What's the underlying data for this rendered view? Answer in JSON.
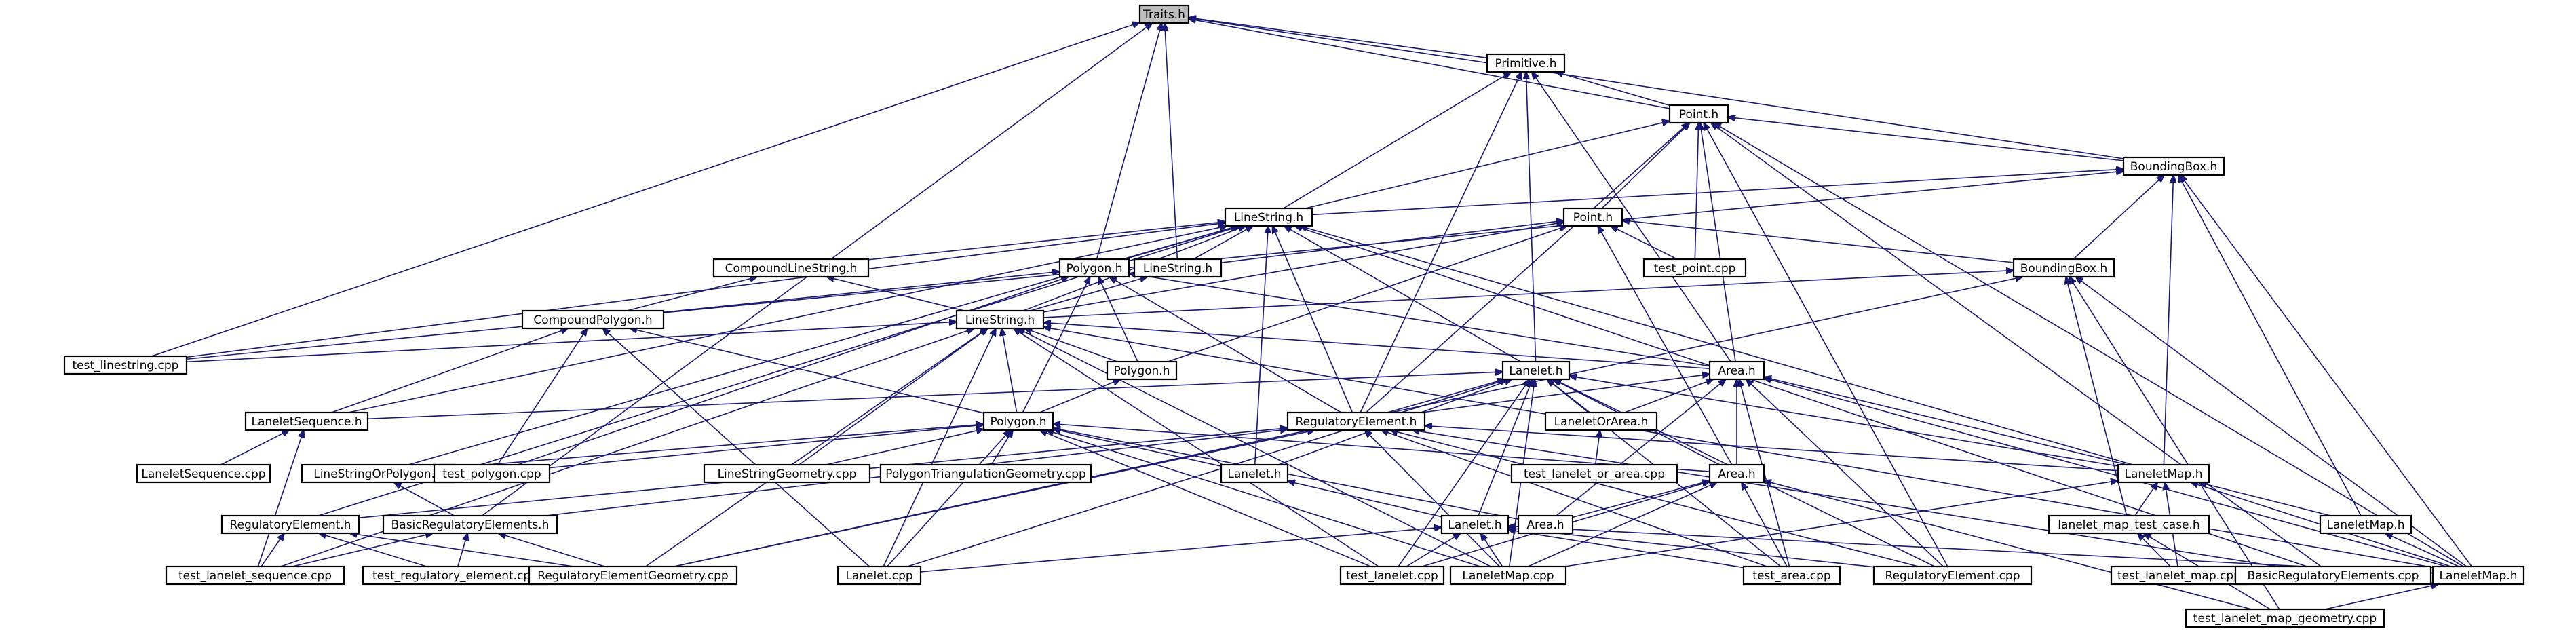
{
  "nodes": {
    "n_traits": "Traits.h",
    "n_primitive": "Primitive.h",
    "n_point3": "Point.h",
    "n_bbox3": "BoundingBox.h",
    "n_linestring3": "LineString.h",
    "n_point2": "Point.h",
    "n_test_point": "test_point.cpp",
    "n_compound_ls": "CompoundLineString.h",
    "n_polygon3": "Polygon.h",
    "n_linestring2": "LineString.h",
    "n_bbox2": "BoundingBox.h",
    "n_compound_poly": "CompoundPolygon.h",
    "n_linestring_h": "LineString.h",
    "n_test_linestring": "test_linestring.cpp",
    "n_polygon2": "Polygon.h",
    "n_lanelet3": "Lanelet.h",
    "n_area3": "Area.h",
    "n_lanelet_seq": "LaneletSequence.h",
    "n_polygon_h": "Polygon.h",
    "n_reg_elem3": "RegulatoryElement.h",
    "n_lanelet_or_area": "LaneletOrArea.h",
    "n_lanelet_seq_cpp": "LaneletSequence.cpp",
    "n_ls_or_poly": "LineStringOrPolygon.h",
    "n_test_polygon": "test_polygon.cpp",
    "n_ls_geometry": "LineStringGeometry.cpp",
    "n_poly_tri": "PolygonTriangulationGeometry.cpp",
    "n_lanelet2": "Lanelet.h",
    "n_test_lanelet_or_area": "test_lanelet_or_area.cpp",
    "n_area2": "Area.h",
    "n_lanelet_map3": "LaneletMap.h",
    "n_reg_elem_h": "RegulatoryElement.h",
    "n_basic_reg": "BasicRegulatoryElements.h",
    "n_area_h": "Area.h",
    "n_lanelet_h": "Lanelet.h",
    "n_lanelet_map_test_case": "lanelet_map_test_case.h",
    "n_lanelet_map2": "LaneletMap.h",
    "n_test_lanelet_sequence": "test_lanelet_sequence.cpp",
    "n_test_reg_elem": "test_regulatory_element.cpp",
    "n_reg_elem_geom": "RegulatoryElementGeometry.cpp",
    "n_lanelet_cpp": "Lanelet.cpp",
    "n_test_lanelet": "test_lanelet.cpp",
    "n_lanelet_map_cpp": "LaneletMap.cpp",
    "n_test_area": "test_area.cpp",
    "n_reg_elem_cpp": "RegulatoryElement.cpp",
    "n_test_lanelet_map": "test_lanelet_map.cpp",
    "n_basic_reg_cpp": "BasicRegulatoryElements.cpp",
    "n_lanelet_map_h": "LaneletMap.h",
    "n_test_lanelet_map_geom": "test_lanelet_map_geometry.cpp"
  },
  "edges": [
    [
      "n_primitive",
      "n_traits"
    ],
    [
      "n_point3",
      "n_traits"
    ],
    [
      "n_bbox3",
      "n_traits"
    ],
    [
      "n_linestring2",
      "n_traits"
    ],
    [
      "n_polygon3",
      "n_traits"
    ],
    [
      "n_test_linestring",
      "n_traits"
    ],
    [
      "n_basic_reg",
      "n_traits"
    ],
    [
      "n_point3",
      "n_primitive"
    ],
    [
      "n_linestring3",
      "n_primitive"
    ],
    [
      "n_lanelet3",
      "n_primitive"
    ],
    [
      "n_area3",
      "n_primitive"
    ],
    [
      "n_reg_elem3",
      "n_primitive"
    ],
    [
      "n_bbox3",
      "n_point3"
    ],
    [
      "n_linestring3",
      "n_point3"
    ],
    [
      "n_point2",
      "n_point3"
    ],
    [
      "n_test_point",
      "n_point3"
    ],
    [
      "n_area3",
      "n_point3"
    ],
    [
      "n_reg_elem3",
      "n_point3"
    ],
    [
      "n_reg_elem_cpp",
      "n_point3"
    ],
    [
      "n_basic_reg_cpp",
      "n_point3"
    ],
    [
      "n_lanelet_map_h",
      "n_point3"
    ],
    [
      "n_linestring3",
      "n_bbox3"
    ],
    [
      "n_bbox2",
      "n_bbox3"
    ],
    [
      "n_lanelet_map3",
      "n_bbox3"
    ],
    [
      "n_lanelet_map2",
      "n_bbox3"
    ],
    [
      "n_lanelet_map_h",
      "n_bbox3"
    ],
    [
      "n_test_linestring",
      "n_bbox3"
    ],
    [
      "n_compound_ls",
      "n_linestring3"
    ],
    [
      "n_polygon3",
      "n_linestring3"
    ],
    [
      "n_linestring2",
      "n_linestring3"
    ],
    [
      "n_linestring_h",
      "n_linestring3"
    ],
    [
      "n_lanelet3",
      "n_linestring3"
    ],
    [
      "n_lanelet_seq",
      "n_linestring3"
    ],
    [
      "n_reg_elem3",
      "n_linestring3"
    ],
    [
      "n_test_linestring",
      "n_linestring3"
    ],
    [
      "n_lanelet2",
      "n_linestring3"
    ],
    [
      "n_lanelet_map3",
      "n_linestring3"
    ],
    [
      "n_basic_reg_cpp",
      "n_linestring3"
    ],
    [
      "n_reg_elem_h",
      "n_linestring3"
    ],
    [
      "n_ls_or_poly",
      "n_linestring3"
    ],
    [
      "n_linestring2",
      "n_point2"
    ],
    [
      "n_bbox2",
      "n_point2"
    ],
    [
      "n_test_point",
      "n_point2"
    ],
    [
      "n_linestring_h",
      "n_point2"
    ],
    [
      "n_polygon2",
      "n_point2"
    ],
    [
      "n_area2",
      "n_point2"
    ],
    [
      "n_compound_poly",
      "n_compound_ls"
    ],
    [
      "n_linestring_h",
      "n_compound_ls"
    ],
    [
      "n_compound_poly",
      "n_polygon3"
    ],
    [
      "n_polygon_h",
      "n_polygon3"
    ],
    [
      "n_polygon2",
      "n_polygon3"
    ],
    [
      "n_reg_elem3",
      "n_polygon3"
    ],
    [
      "n_area3",
      "n_polygon3"
    ],
    [
      "n_test_polygon",
      "n_polygon3"
    ],
    [
      "n_linestring_h",
      "n_linestring2"
    ],
    [
      "n_linestring_h",
      "n_bbox2"
    ],
    [
      "n_lanelet_map_test_case",
      "n_bbox2"
    ],
    [
      "n_test_lanelet_map_geom",
      "n_bbox2"
    ],
    [
      "n_lanelet_map_h",
      "n_bbox2"
    ],
    [
      "n_reg_elem_geom",
      "n_bbox2"
    ],
    [
      "n_lanelet_seq",
      "n_compound_poly"
    ],
    [
      "n_test_polygon",
      "n_compound_poly"
    ],
    [
      "n_polygon_h",
      "n_compound_poly"
    ],
    [
      "n_lanelet_cpp",
      "n_compound_poly"
    ],
    [
      "n_test_linestring",
      "n_linestring_h"
    ],
    [
      "n_polygon2",
      "n_linestring_h"
    ],
    [
      "n_polygon_h",
      "n_linestring_h"
    ],
    [
      "n_ls_geometry",
      "n_linestring_h"
    ],
    [
      "n_area3",
      "n_linestring_h"
    ],
    [
      "n_reg_elem_geom",
      "n_linestring_h"
    ],
    [
      "n_lanelet_cpp",
      "n_linestring_h"
    ],
    [
      "n_test_lanelet",
      "n_linestring_h"
    ],
    [
      "n_lanelet_map_cpp",
      "n_linestring_h"
    ],
    [
      "n_test_lanelet_sequence",
      "n_linestring_h"
    ],
    [
      "n_lanelet_map_h",
      "n_linestring_h"
    ],
    [
      "n_polygon_h",
      "n_polygon2"
    ],
    [
      "n_reg_elem3",
      "n_lanelet3"
    ],
    [
      "n_lanelet_seq",
      "n_lanelet3"
    ],
    [
      "n_lanelet_or_area",
      "n_lanelet3"
    ],
    [
      "n_lanelet2",
      "n_lanelet3"
    ],
    [
      "n_area2",
      "n_lanelet3"
    ],
    [
      "n_lanelet_map3",
      "n_lanelet3"
    ],
    [
      "n_test_area",
      "n_lanelet3"
    ],
    [
      "n_reg_elem_cpp",
      "n_lanelet3"
    ],
    [
      "n_lanelet_h",
      "n_lanelet3"
    ],
    [
      "n_test_lanelet",
      "n_lanelet3"
    ],
    [
      "n_lanelet_map_cpp",
      "n_lanelet3"
    ],
    [
      "n_lanelet_cpp",
      "n_lanelet3"
    ],
    [
      "n_reg_elem3",
      "n_area3"
    ],
    [
      "n_lanelet_or_area",
      "n_area3"
    ],
    [
      "n_area2",
      "n_area3"
    ],
    [
      "n_lanelet_map3",
      "n_area3"
    ],
    [
      "n_test_area",
      "n_area3"
    ],
    [
      "n_reg_elem_cpp",
      "n_area3"
    ],
    [
      "n_area_h",
      "n_area3"
    ],
    [
      "n_lanelet_map_h",
      "n_area3"
    ],
    [
      "n_lanelet_seq_cpp",
      "n_lanelet_seq"
    ],
    [
      "n_test_lanelet_sequence",
      "n_lanelet_seq"
    ],
    [
      "n_ls_or_poly",
      "n_polygon_h"
    ],
    [
      "n_test_polygon",
      "n_polygon_h"
    ],
    [
      "n_ls_geometry",
      "n_polygon_h"
    ],
    [
      "n_poly_tri",
      "n_polygon_h"
    ],
    [
      "n_lanelet2",
      "n_polygon_h"
    ],
    [
      "n_area2",
      "n_polygon_h"
    ],
    [
      "n_lanelet_cpp",
      "n_polygon_h"
    ],
    [
      "n_test_lanelet",
      "n_polygon_h"
    ],
    [
      "n_lanelet_map_cpp",
      "n_polygon_h"
    ],
    [
      "n_area_h",
      "n_polygon_h"
    ],
    [
      "n_reg_elem_h",
      "n_reg_elem3"
    ],
    [
      "n_basic_reg",
      "n_reg_elem3"
    ],
    [
      "n_lanelet_map3",
      "n_reg_elem3"
    ],
    [
      "n_reg_elem_cpp",
      "n_reg_elem3"
    ],
    [
      "n_test_area",
      "n_reg_elem3"
    ],
    [
      "n_basic_reg_cpp",
      "n_reg_elem3"
    ],
    [
      "n_lanelet_map_cpp",
      "n_reg_elem3"
    ],
    [
      "n_reg_elem_geom",
      "n_reg_elem3"
    ],
    [
      "n_test_lanelet_or_area",
      "n_lanelet_or_area"
    ],
    [
      "n_basic_reg",
      "n_ls_or_poly"
    ],
    [
      "n_lanelet_h",
      "n_lanelet2"
    ],
    [
      "n_area_h",
      "n_area2"
    ],
    [
      "n_test_area",
      "n_area2"
    ],
    [
      "n_lanelet_map_cpp",
      "n_area2"
    ],
    [
      "n_test_lanelet_map_geom",
      "n_area2"
    ],
    [
      "n_test_lanelet",
      "n_area2"
    ],
    [
      "n_lanelet_map_test_case",
      "n_lanelet_map3"
    ],
    [
      "n_lanelet_map2",
      "n_lanelet_map3"
    ],
    [
      "n_test_lanelet_map",
      "n_lanelet_map3"
    ],
    [
      "n_lanelet_map_h",
      "n_lanelet_map3"
    ],
    [
      "n_lanelet_map_cpp",
      "n_lanelet_map3"
    ],
    [
      "n_test_lanelet_sequence",
      "n_reg_elem_h"
    ],
    [
      "n_test_reg_elem",
      "n_reg_elem_h"
    ],
    [
      "n_reg_elem_geom",
      "n_reg_elem_h"
    ],
    [
      "n_test_reg_elem",
      "n_basic_reg"
    ],
    [
      "n_test_lanelet_sequence",
      "n_basic_reg"
    ],
    [
      "n_reg_elem_geom",
      "n_basic_reg"
    ],
    [
      "n_lanelet_cpp",
      "n_lanelet_h"
    ],
    [
      "n_test_lanelet",
      "n_lanelet_h"
    ],
    [
      "n_lanelet_map_cpp",
      "n_lanelet_h"
    ],
    [
      "n_test_area",
      "n_lanelet_h"
    ],
    [
      "n_reg_elem_cpp",
      "n_lanelet_h"
    ],
    [
      "n_lanelet_map_h",
      "n_lanelet_h"
    ],
    [
      "n_test_lanelet_map",
      "n_lanelet_map_test_case"
    ],
    [
      "n_test_lanelet_map_geom",
      "n_lanelet_map_test_case"
    ],
    [
      "n_lanelet_map_h",
      "n_lanelet_map2"
    ],
    [
      "n_test_lanelet_map_geom",
      "n_lanelet_map_h"
    ]
  ]
}
